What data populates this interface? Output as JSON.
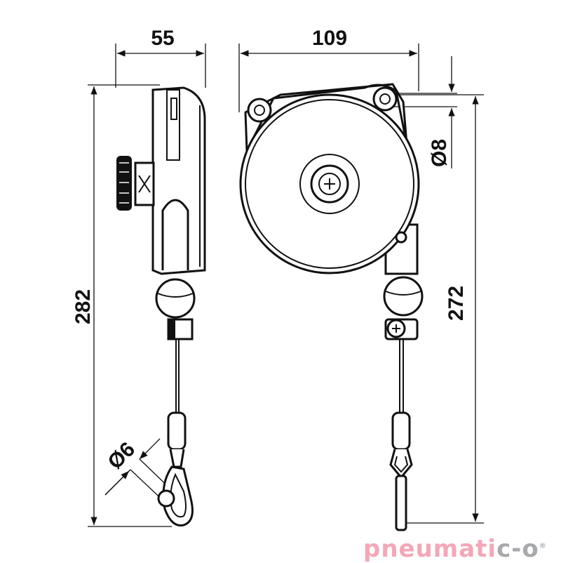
{
  "dimensions": {
    "depth": "55",
    "width": "109",
    "overall_height": "282",
    "mount_height": "272",
    "mount_hole": "Ø8",
    "cable": "Ø6"
  },
  "logo": {
    "text_main": "pneumati",
    "text_accent": "c-o",
    "registered": "®",
    "colors": {
      "main": "#f4a7b6",
      "accent": "#a7a9ac"
    }
  }
}
